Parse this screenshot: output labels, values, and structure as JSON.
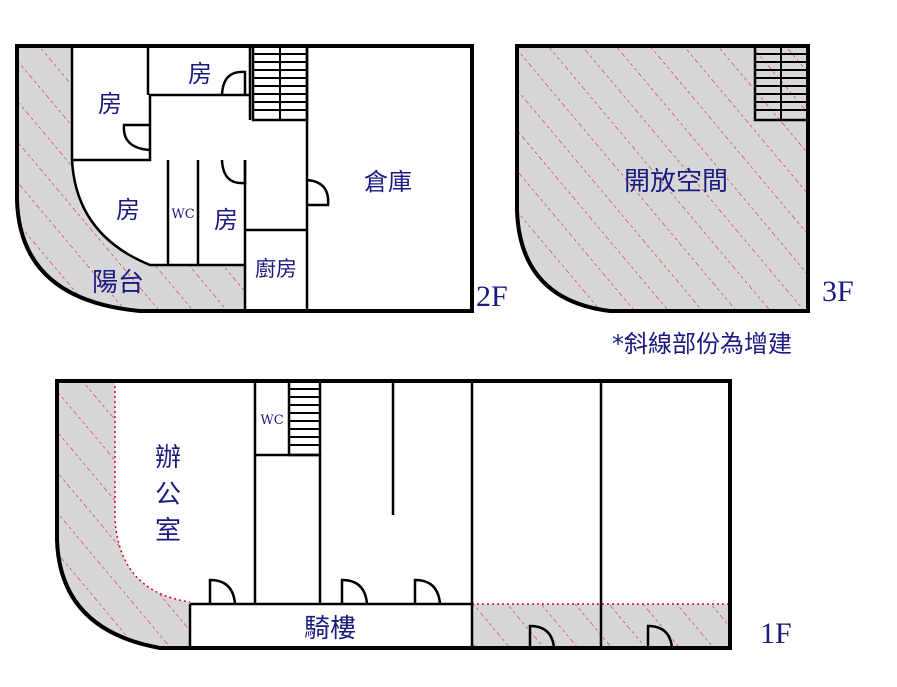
{
  "floors": {
    "f2": {
      "label": "2F",
      "rooms": {
        "room_a": "房",
        "room_b": "房",
        "room_c": "房",
        "room_d": "房",
        "wc": "WC",
        "storage": "倉庫",
        "kitchen": "廚房",
        "balcony": "陽台"
      }
    },
    "f3": {
      "label": "3F",
      "rooms": {
        "open_space": "開放空間"
      }
    },
    "f1": {
      "label": "1F",
      "rooms": {
        "wc": "WC",
        "office_1": "辦",
        "office_2": "公",
        "office_3": "室",
        "arcade": "騎樓"
      }
    }
  },
  "note": "*斜線部份為增建",
  "colors": {
    "ink": "#1a1a80",
    "hatch_fill": "#d7d7d7",
    "hatch_line": "#e0001a",
    "wall": "#000000"
  }
}
